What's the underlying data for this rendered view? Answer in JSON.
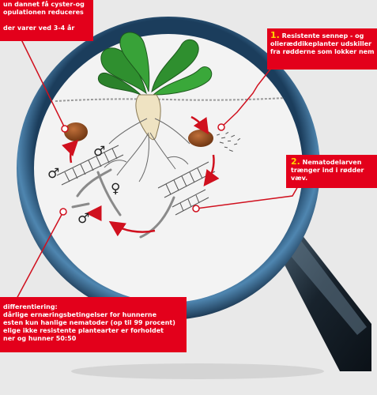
{
  "callouts": {
    "top_left": {
      "lines": [
        "un dannet få cyster-og",
        "opulationen reduceres",
        "",
        " der varer ved 3-4 år"
      ]
    },
    "step1": {
      "number": "1.",
      "lines": [
        "Resistente sennep - og",
        "olieræddikeplanter udskiller",
        "fra rødderne som lokker nem"
      ]
    },
    "step2": {
      "number": "2.",
      "lines": [
        "Nematodelarven",
        "trænger ind i rødder",
        "væv."
      ]
    },
    "bottom_left": {
      "lines": [
        "differentiering:",
        " dårlige ernæringsbetingelser for hunnerne",
        "esten kun hanlige nematoder (op til 99 procent)",
        "elige ikke resistente plantearter er forholdet",
        "ner og hunner 50:50"
      ]
    }
  },
  "symbols": {
    "male": "♂",
    "female": "♀"
  },
  "colors": {
    "callout_bg": "#e3001b",
    "number": "#ffd400",
    "arrow": "#d0101e",
    "lens_rim": "#2f5e86",
    "handle": "#1c2a36",
    "leaf": "#2f8f2f"
  }
}
